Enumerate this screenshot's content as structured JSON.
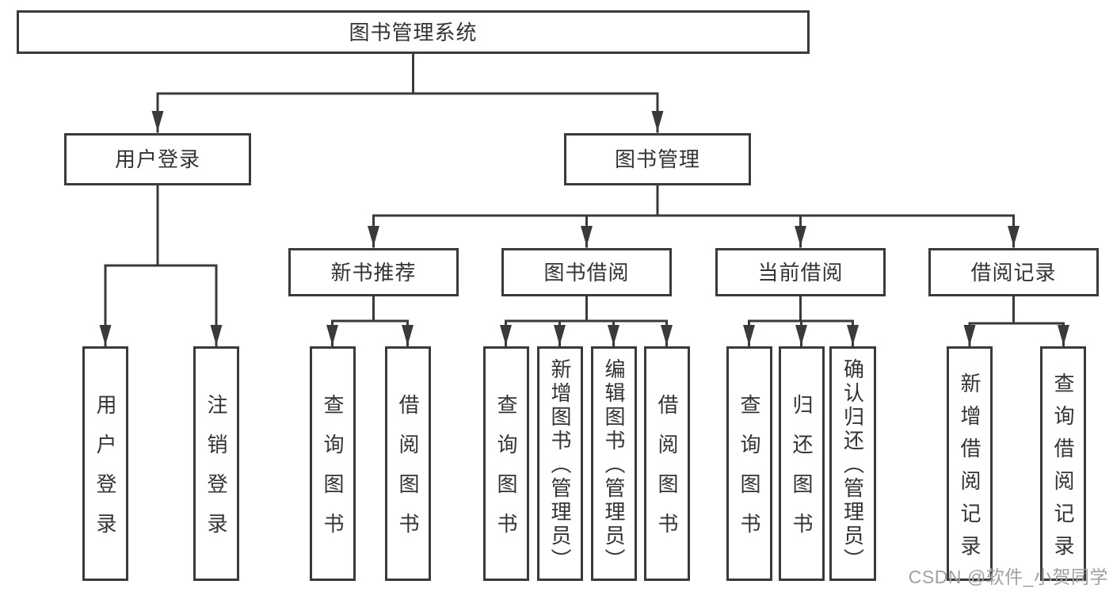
{
  "colors": {
    "line": "#3a3a3a",
    "text": "#333333",
    "watermark": "#a0a0a0",
    "background": "#ffffff"
  },
  "watermark": {
    "text": "CSDN @软件_小贺同学"
  },
  "diagram": {
    "type": "hierarchy-tree",
    "root": {
      "id": "root",
      "label": "图书管理系统"
    },
    "level2": [
      {
        "id": "user-login",
        "label": "用户登录",
        "parent": "root"
      },
      {
        "id": "book-management",
        "label": "图书管理",
        "parent": "root"
      }
    ],
    "level3": [
      {
        "id": "new-book-recommend",
        "label": "新书推荐",
        "parent": "book-management"
      },
      {
        "id": "book-borrow",
        "label": "图书借阅",
        "parent": "book-management"
      },
      {
        "id": "current-borrow",
        "label": "当前借阅",
        "parent": "book-management"
      },
      {
        "id": "borrow-records",
        "label": "借阅记录",
        "parent": "book-management"
      }
    ],
    "leaves": [
      {
        "id": "leaf-user-login",
        "label": "用户登录",
        "parent": "user-login"
      },
      {
        "id": "leaf-logout",
        "label": "注销登录",
        "parent": "user-login"
      },
      {
        "id": "leaf-query-books-recommend",
        "label": "查询图书",
        "parent": "new-book-recommend"
      },
      {
        "id": "leaf-borrow-books-recommend",
        "label": "借阅图书",
        "parent": "new-book-recommend"
      },
      {
        "id": "leaf-query-books-borrow",
        "label": "查询图书",
        "parent": "book-borrow"
      },
      {
        "id": "leaf-add-book-admin",
        "label": "新增图书（管理员）",
        "parent": "book-borrow"
      },
      {
        "id": "leaf-edit-book-admin",
        "label": "编辑图书（管理员）",
        "parent": "book-borrow"
      },
      {
        "id": "leaf-borrow-books",
        "label": "借阅图书",
        "parent": "book-borrow"
      },
      {
        "id": "leaf-query-books-current",
        "label": "查询图书",
        "parent": "current-borrow"
      },
      {
        "id": "leaf-return-book",
        "label": "归还图书",
        "parent": "current-borrow"
      },
      {
        "id": "leaf-confirm-return-admin",
        "label": "确认归还（管理员）",
        "parent": "current-borrow"
      },
      {
        "id": "leaf-add-borrow-record",
        "label": "新增借阅记录",
        "parent": "borrow-records"
      },
      {
        "id": "leaf-query-borrow-record",
        "label": "查询借阅记录",
        "parent": "borrow-records"
      }
    ]
  }
}
